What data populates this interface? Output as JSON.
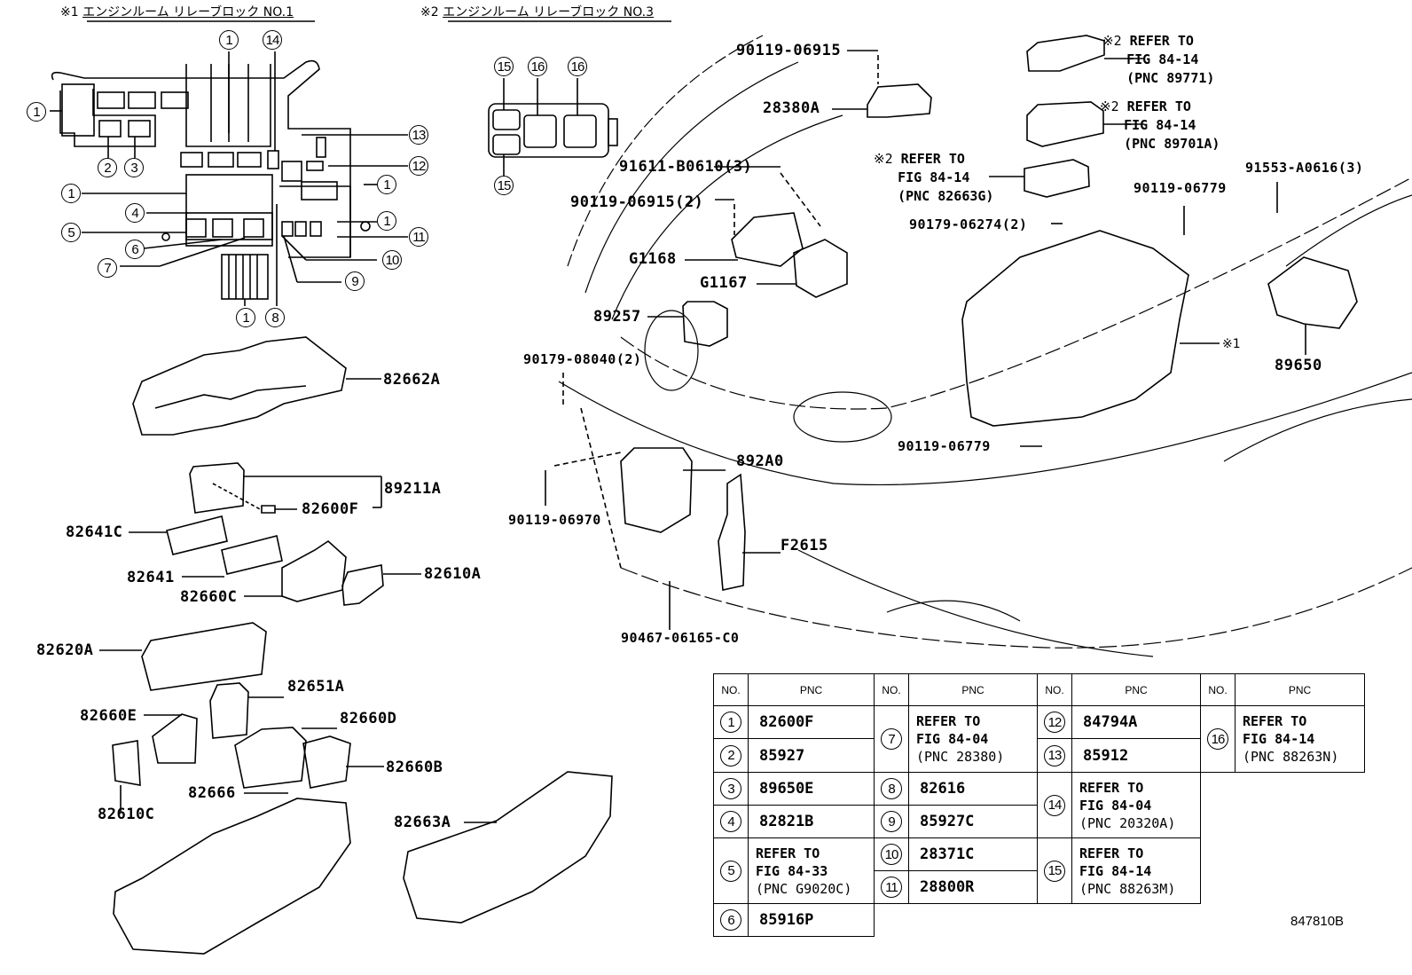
{
  "headers": {
    "relay_block_1": {
      "mark": "※1",
      "title": "エンジンルーム リレーブロック NO.1"
    },
    "relay_block_3": {
      "mark": "※2",
      "title": "エンジンルーム リレーブロック NO.3"
    }
  },
  "block1_callouts": [
    "1",
    "14",
    "1",
    "13",
    "2",
    "3",
    "12",
    "1",
    "1",
    "4",
    "1",
    "5",
    "11",
    "6",
    "10",
    "7",
    "9",
    "1",
    "8"
  ],
  "block3_callouts": [
    "15",
    "16",
    "16",
    "15"
  ],
  "part_labels": {
    "p82662A": "82662A",
    "p89211A": "89211A",
    "p82600F": "82600F",
    "p82641C": "82641C",
    "p82641": "82641",
    "p82610A": "82610A",
    "p82660C": "82660C",
    "p82620A": "82620A",
    "p82651A": "82651A",
    "p82660E": "82660E",
    "p82660D": "82660D",
    "p82660B": "82660B",
    "p82666": "82666",
    "p82610C": "82610C",
    "p82663A": "82663A",
    "p90119_06915_top": "90119-06915",
    "p28380A": "28380A",
    "p91611": "91611-B0610(3)",
    "p90119_06915_2": "90119-06915(2)",
    "pG1168": "G1168",
    "pG1167": "G1167",
    "p89257": "89257",
    "p90179_08040": "90179-08040(2)",
    "p892A0": "892A0",
    "p90119_06970": "90119-06970",
    "pF2615": "F2615",
    "p90467": "90467-06165-C0",
    "p90179_06274": "90179-06274(2)",
    "p90119_06779_top": "90119-06779",
    "p91553": "91553-A0616(3)",
    "p89650": "89650",
    "p90119_06779_bot": "90119-06779",
    "mark_x1": "※1"
  },
  "notes": {
    "n89771": {
      "mark": "※2",
      "l1": "REFER TO",
      "l2": "FIG 84-14",
      "l3": "(PNC 89771)"
    },
    "n89701A": {
      "mark": "※2",
      "l1": "REFER TO",
      "l2": "FIG 84-14",
      "l3": "(PNC 89701A)"
    },
    "n82663G": {
      "mark": "※2",
      "l1": "REFER TO",
      "l2": "FIG 84-14",
      "l3": "(PNC 82663G)"
    }
  },
  "table": {
    "header_no": "NO.",
    "header_pnc": "PNC",
    "rows": {
      "r1": {
        "no": "1",
        "pnc": "82600F"
      },
      "r2": {
        "no": "2",
        "pnc": "85927"
      },
      "r3": {
        "no": "3",
        "pnc": "89650E"
      },
      "r4": {
        "no": "4",
        "pnc": "82821B"
      },
      "r5": {
        "no": "5",
        "l1": "REFER TO",
        "l2": "FIG 84-33",
        "l3": "(PNC G9020C)"
      },
      "r6": {
        "no": "6",
        "pnc": "85916P"
      },
      "r7": {
        "no": "7",
        "l1": "REFER TO",
        "l2": "FIG 84-04",
        "l3": "(PNC 28380)"
      },
      "r8": {
        "no": "8",
        "pnc": "82616"
      },
      "r9": {
        "no": "9",
        "pnc": "85927C"
      },
      "r10": {
        "no": "10",
        "pnc": "28371C"
      },
      "r11": {
        "no": "11",
        "pnc": "28800R"
      },
      "r12": {
        "no": "12",
        "pnc": "84794A"
      },
      "r13": {
        "no": "13",
        "pnc": "85912"
      },
      "r14": {
        "no": "14",
        "l1": "REFER TO",
        "l2": "FIG 84-04",
        "l3": "(PNC 20320A)"
      },
      "r15": {
        "no": "15",
        "l1": "REFER TO",
        "l2": "FIG 84-14",
        "l3": "(PNC 88263M)"
      },
      "r16": {
        "no": "16",
        "l1": "REFER TO",
        "l2": "FIG 84-14",
        "l3": "(PNC 88263N)"
      }
    }
  },
  "figure_number": "847810B"
}
